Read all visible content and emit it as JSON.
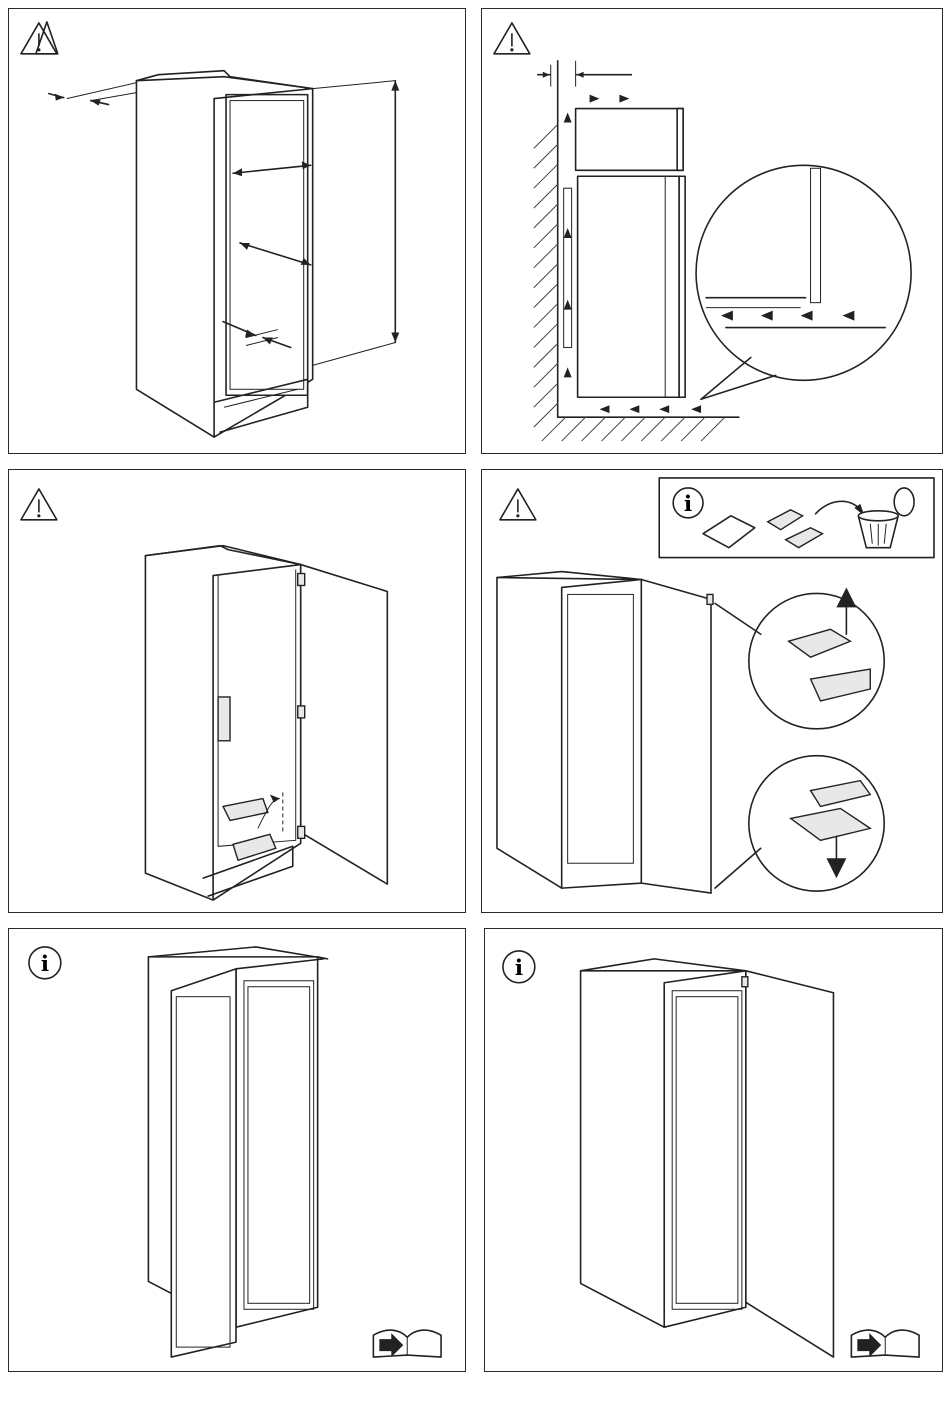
{
  "panels": [
    {
      "id": "p1",
      "icon": "warning-icon"
    },
    {
      "id": "p2",
      "icon": "warning-icon"
    },
    {
      "id": "p3",
      "icon": "warning-icon"
    },
    {
      "id": "p4",
      "icon": "warning-icon",
      "inset_icon": "info-icon"
    },
    {
      "id": "p5",
      "icon": "info-icon",
      "corner_icon": "book-arrow-icon"
    },
    {
      "id": "p6",
      "icon": "info-icon",
      "corner_icon": "book-arrow-icon"
    }
  ],
  "colors": {
    "line": "#222222",
    "background": "#ffffff",
    "hatch": "#444444"
  }
}
